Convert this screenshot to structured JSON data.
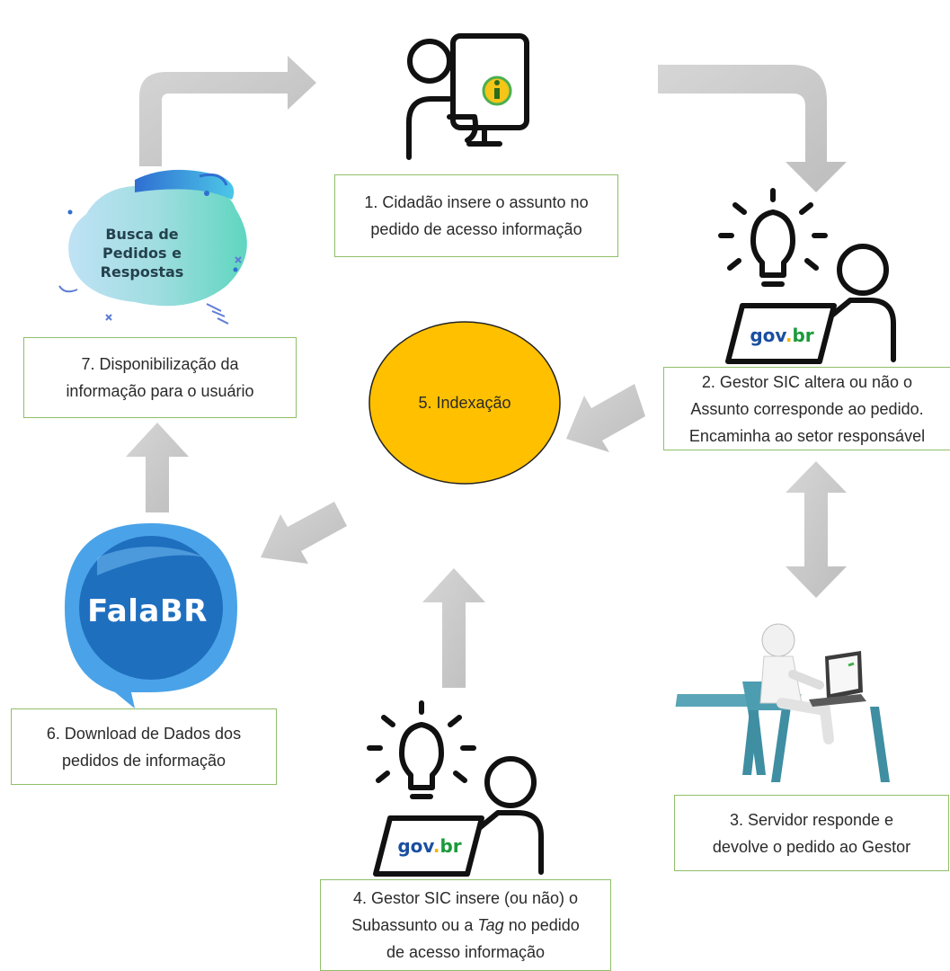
{
  "steps": {
    "step1": {
      "line1": "1. Cidadão insere o assunto no",
      "line2": "pedido de acesso informação"
    },
    "step2": {
      "line1": "2. Gestor SIC altera ou não o",
      "line2": "Assunto corresponde ao pedido.",
      "line3": "Encaminha ao setor responsável"
    },
    "step3": {
      "line1": "3. Servidor responde e",
      "line2": "devolve o pedido ao Gestor"
    },
    "step4": {
      "line1": "4. Gestor SIC insere (ou não) o",
      "line2_pre": "Subassunto ou a ",
      "line2_tag": "Tag",
      "line2_post": " no pedido",
      "line3": "de acesso informação"
    },
    "step5": {
      "label": "5. Indexação"
    },
    "step6": {
      "line1": "6. Download de Dados dos",
      "line2": "pedidos de informação"
    },
    "step7": {
      "line1": "7. Disponibilização da",
      "line2": "informação para o usuário"
    }
  },
  "logos": {
    "busca": {
      "line1": "Busca de",
      "line2": "Pedidos e",
      "line3": "Respostas"
    },
    "fala_br": "FalaBR",
    "govbr": "gov.br"
  },
  "colors": {
    "box_border": "#8fbf6a",
    "ellipse_fill": "#ffc000",
    "arrow_fill": "#c8c8c8",
    "fala_blue": "#1f6fbf",
    "icon_stroke": "#111111"
  },
  "icons": [
    "person-computer-info-icon",
    "person-laptop-idea-icon",
    "person-desk-laptop-icon",
    "busca-logo-icon",
    "fala-br-logo-icon"
  ]
}
